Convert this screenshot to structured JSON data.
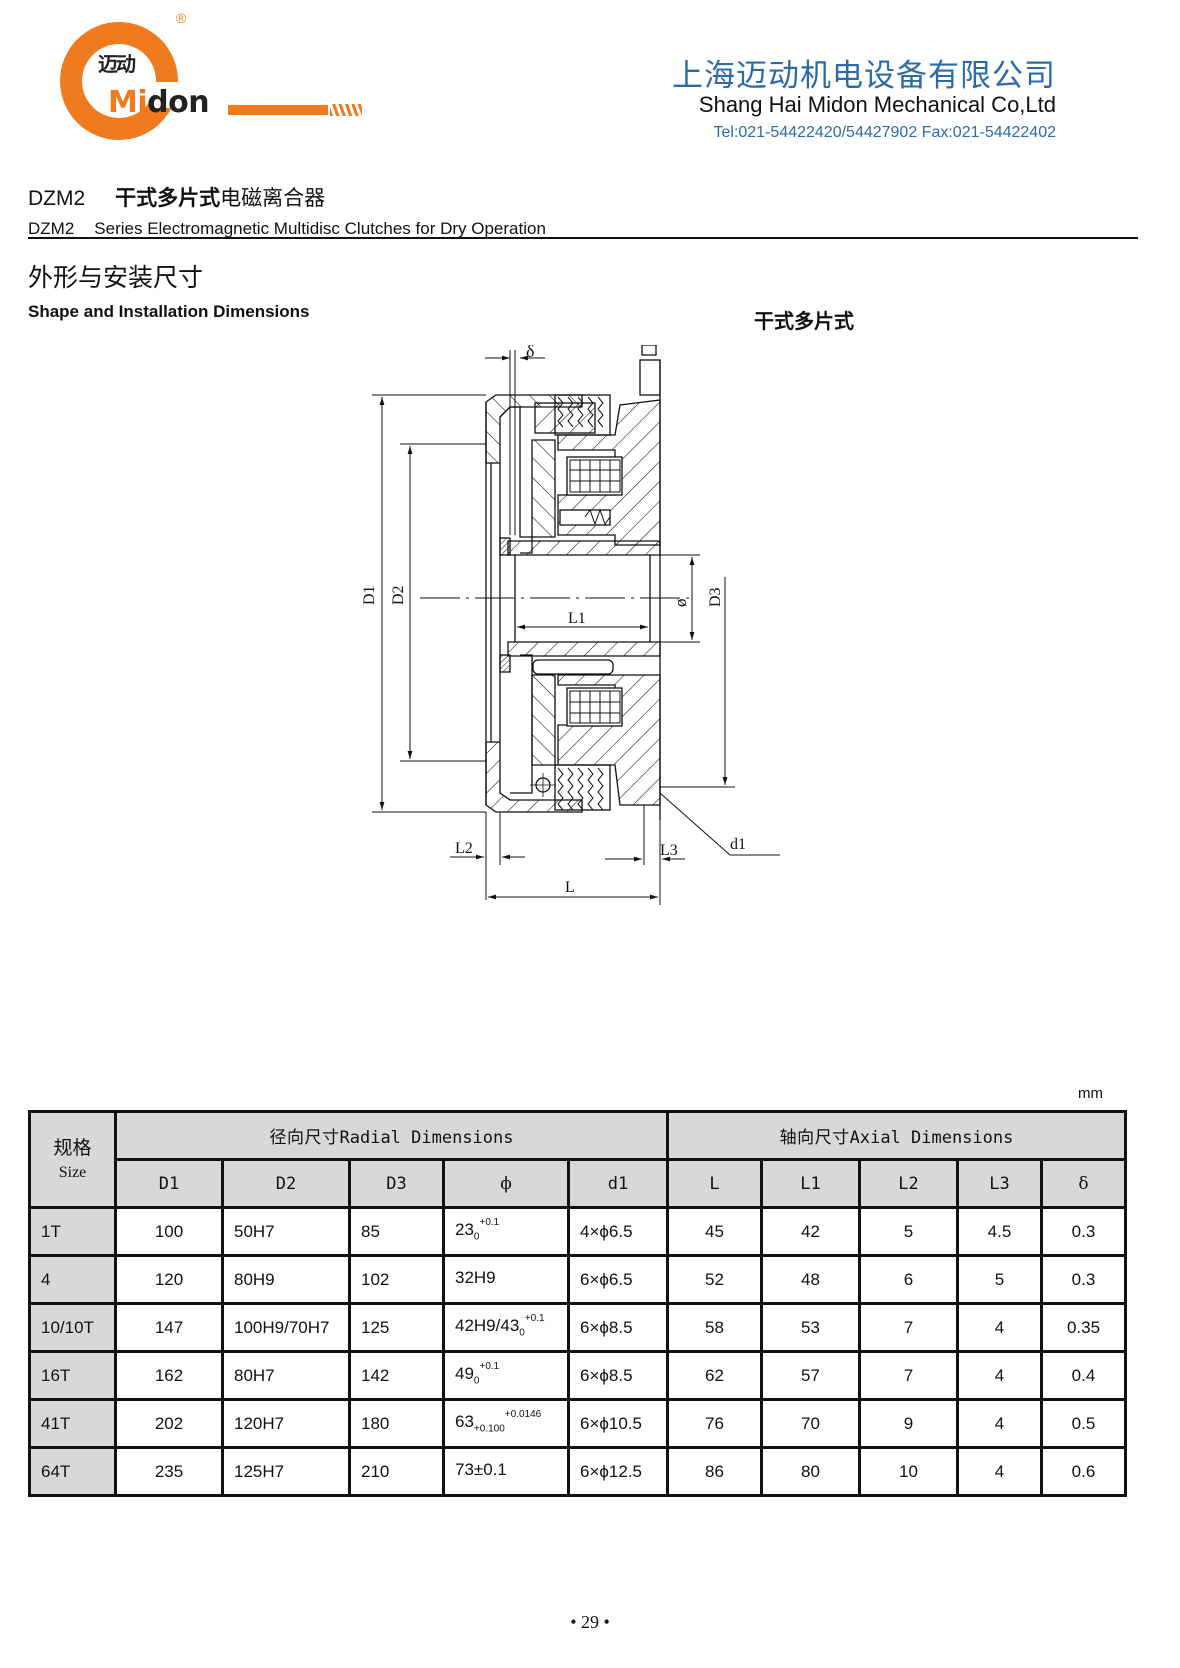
{
  "logo": {
    "cn": "迈动",
    "word_mi": "Mi",
    "word_don": "don",
    "registered": "®",
    "colors": {
      "brand_orange": "#f07a1e",
      "dark": "#222222"
    }
  },
  "company": {
    "name_cn": "上海迈动机电设备有限公司",
    "name_en": "Shang Hai Midon Mechanical Co,Ltd",
    "contact": "Tel:021-54422420/54427902 Fax:021-54422402",
    "color": "#2d6aa8"
  },
  "series": {
    "code": "DZM2",
    "title_cn_bold": "干式多片式",
    "title_cn_rest": "电磁离合器",
    "title_en": "Series Electromagnetic Multidisc Clutches for Dry Operation"
  },
  "section": {
    "title_cn": "外形与安装尺寸",
    "title_en": "Shape  and Installation Dimensions",
    "drawing_caption": "干式多片式"
  },
  "drawing": {
    "labels": {
      "D1": "D1",
      "D2": "D2",
      "D3": "D3",
      "phi": "ø",
      "L": "L",
      "L1": "L1",
      "L2": "L2",
      "L3": "L3",
      "d1": "d1",
      "delta": "δ"
    }
  },
  "table": {
    "units": "mm",
    "size_header_cn": "规格",
    "size_header_en": "Size",
    "radial_group_cn": "径向尺寸",
    "radial_group_en": "Radial Dimensions",
    "axial_group_cn": "轴向尺寸",
    "axial_group_en": "Axial Dimensions",
    "columns": [
      "D1",
      "D2",
      "D3",
      "ϕ",
      "d1",
      "L",
      "L1",
      "L2",
      "L3",
      "δ"
    ],
    "rows": [
      {
        "size": "1T",
        "D1": "100",
        "D2": "50H7",
        "D3": "85",
        "phi": {
          "base": "23",
          "sub": "0",
          "sup": "+0.1"
        },
        "d1": "4×ϕ6.5",
        "L": "45",
        "L1": "42",
        "L2": "5",
        "L3": "4.5",
        "delta": "0.3"
      },
      {
        "size": "4",
        "D1": "120",
        "D2": "80H9",
        "D3": "102",
        "phi": {
          "base": "32H9",
          "sub": "",
          "sup": ""
        },
        "d1": "6×ϕ6.5",
        "L": "52",
        "L1": "48",
        "L2": "6",
        "L3": "5",
        "delta": "0.3"
      },
      {
        "size": "10/10T",
        "D1": "147",
        "D2": "100H9/70H7",
        "D3": "125",
        "phi": {
          "base": "42H9/43",
          "sub": "0",
          "sup": "+0.1"
        },
        "d1": "6×ϕ8.5",
        "L": "58",
        "L1": "53",
        "L2": "7",
        "L3": "4",
        "delta": "0.35"
      },
      {
        "size": "16T",
        "D1": "162",
        "D2": "80H7",
        "D3": "142",
        "phi": {
          "base": "49",
          "sub": "0",
          "sup": "+0.1"
        },
        "d1": "6×ϕ8.5",
        "L": "62",
        "L1": "57",
        "L2": "7",
        "L3": "4",
        "delta": "0.4"
      },
      {
        "size": "41T",
        "D1": "202",
        "D2": "120H7",
        "D3": "180",
        "phi": {
          "base": "63",
          "sub": "+0.100",
          "sup": "+0.0146"
        },
        "d1": "6×ϕ10.5",
        "L": "76",
        "L1": "70",
        "L2": "9",
        "L3": "4",
        "delta": "0.5"
      },
      {
        "size": "64T",
        "D1": "235",
        "D2": "125H7",
        "D3": "210",
        "phi": {
          "base": "73±0.1",
          "sub": "",
          "sup": ""
        },
        "d1": "6×ϕ12.5",
        "L": "86",
        "L1": "80",
        "L2": "10",
        "L3": "4",
        "delta": "0.6"
      }
    ]
  },
  "footer": {
    "page_number": "• 29 •"
  }
}
